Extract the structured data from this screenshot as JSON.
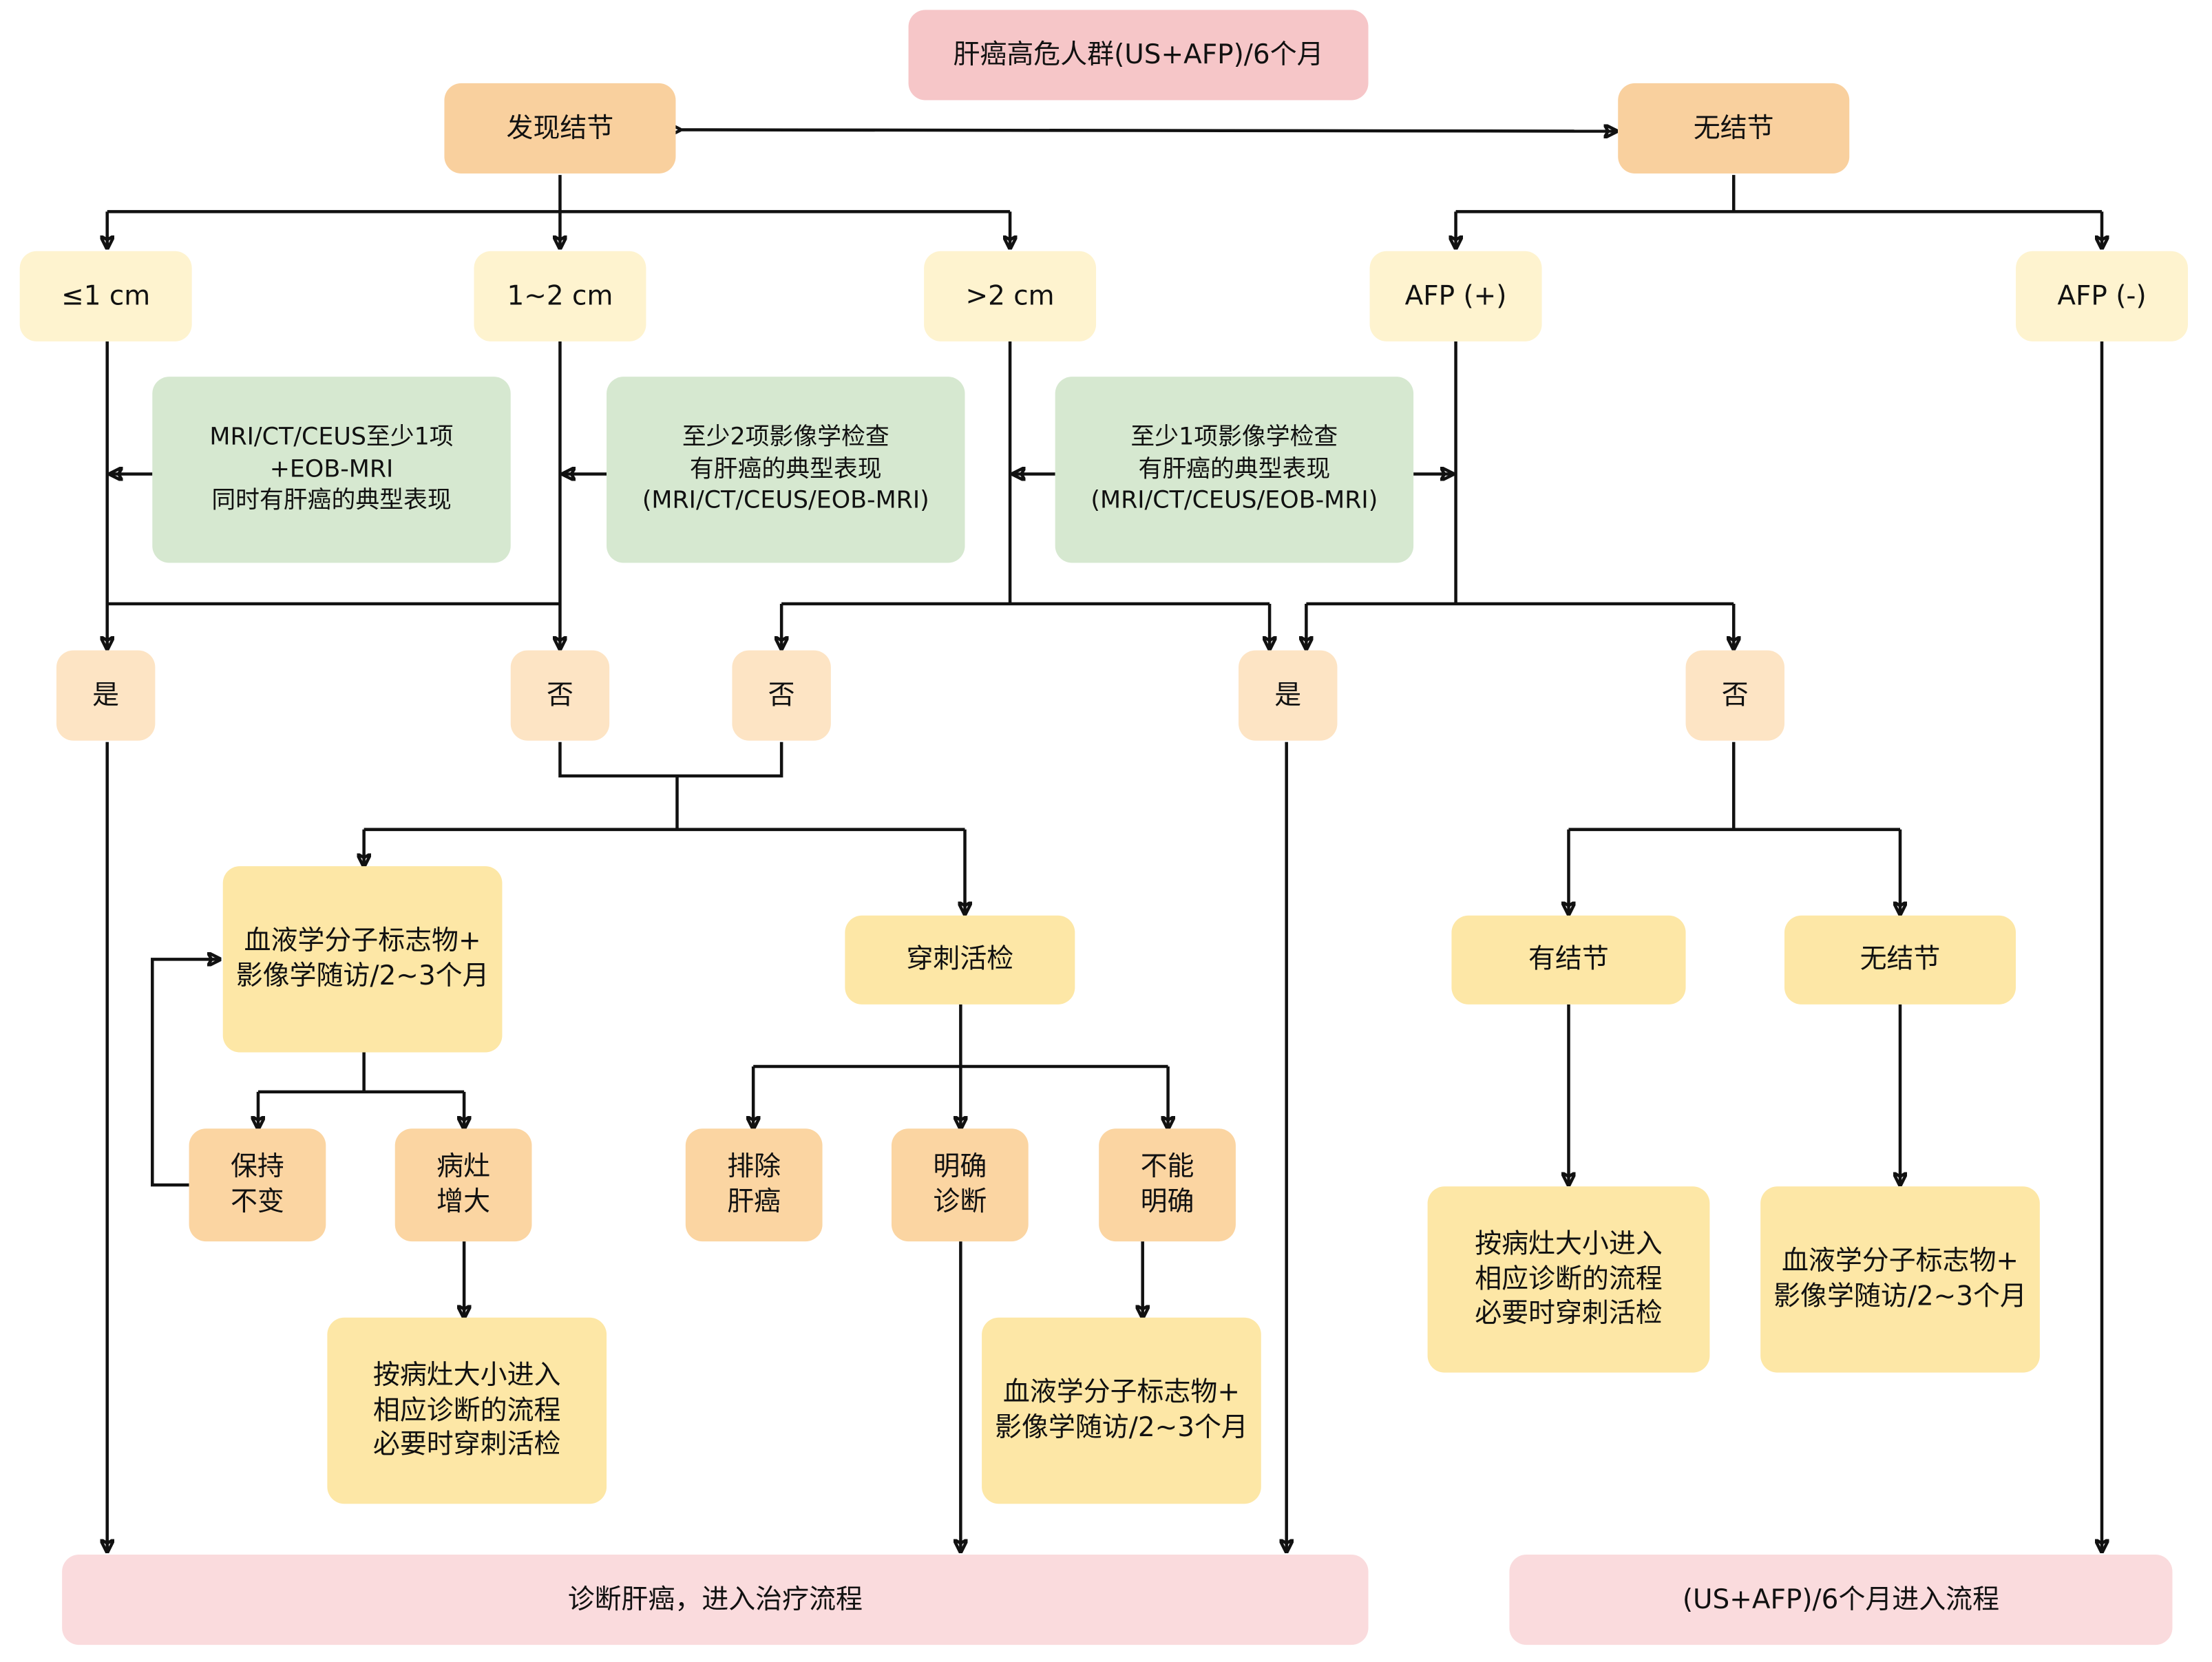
{
  "title": "肝癌高危人群(US+AFP)/6个月",
  "level1": {
    "nodule_found": "发现结节",
    "no_nodule": "无结节"
  },
  "sizes": {
    "le1": "≤1 cm",
    "one_two": "1~2 cm",
    "gt2": ">2 cm"
  },
  "afp": {
    "positive": "AFP (+)",
    "negative": "AFP (-)"
  },
  "criteria": {
    "le1": "MRI/CT/CEUS至少1项\n+EOB-MRI\n同时有肝癌的典型表现",
    "one_two": "至少2项影像学检查\n有肝癌的典型表现\n(MRI/CT/CEUS/EOB-MRI)",
    "gt2": "至少1项影像学检查\n有肝癌的典型表现\n(MRI/CT/CEUS/EOB-MRI)"
  },
  "decisions": {
    "yes_left": "是",
    "no_left1": "否",
    "no_left2": "否",
    "yes_mid": "是",
    "no_right": "否"
  },
  "followup": {
    "blood_imaging": "血液学分子标志物+\n影像学随访/2~3个月",
    "biopsy": "穿刺活检",
    "stable": "保持\n不变",
    "enlarged": "病灶\n增大",
    "enlarged_next": "按病灶大小进入\n相应诊断的流程\n必要时穿刺活检",
    "exclude": "排除\n肝癌",
    "confirmed": "明确\n诊断",
    "unclear": "不能\n明确",
    "unclear_next": "血液学分子标志物+\n影像学随访/2~3个月"
  },
  "afp_pos_branch": {
    "has_nodule": "有结节",
    "no_nodule": "无结节",
    "has_nodule_next": "按病灶大小进入\n相应诊断的流程\n必要时穿刺活检",
    "no_nodule_next": "血液学分子标志物+\n影像学随访/2~3个月"
  },
  "outcomes": {
    "diagnosed": "诊断肝癌，进入治疗流程",
    "re_enter": "(US+AFP)/6个月进入流程"
  },
  "colors": {
    "title_bg": "#f6c6c8",
    "level1_bg": "#f9d09e",
    "size_bg": "#fef3cf",
    "criteria_bg": "#d6e8d0",
    "decision_bg": "#fde4c4",
    "step_bg": "#fde7a6",
    "outcome_bg": "#fadbdd",
    "line": "#111111"
  }
}
